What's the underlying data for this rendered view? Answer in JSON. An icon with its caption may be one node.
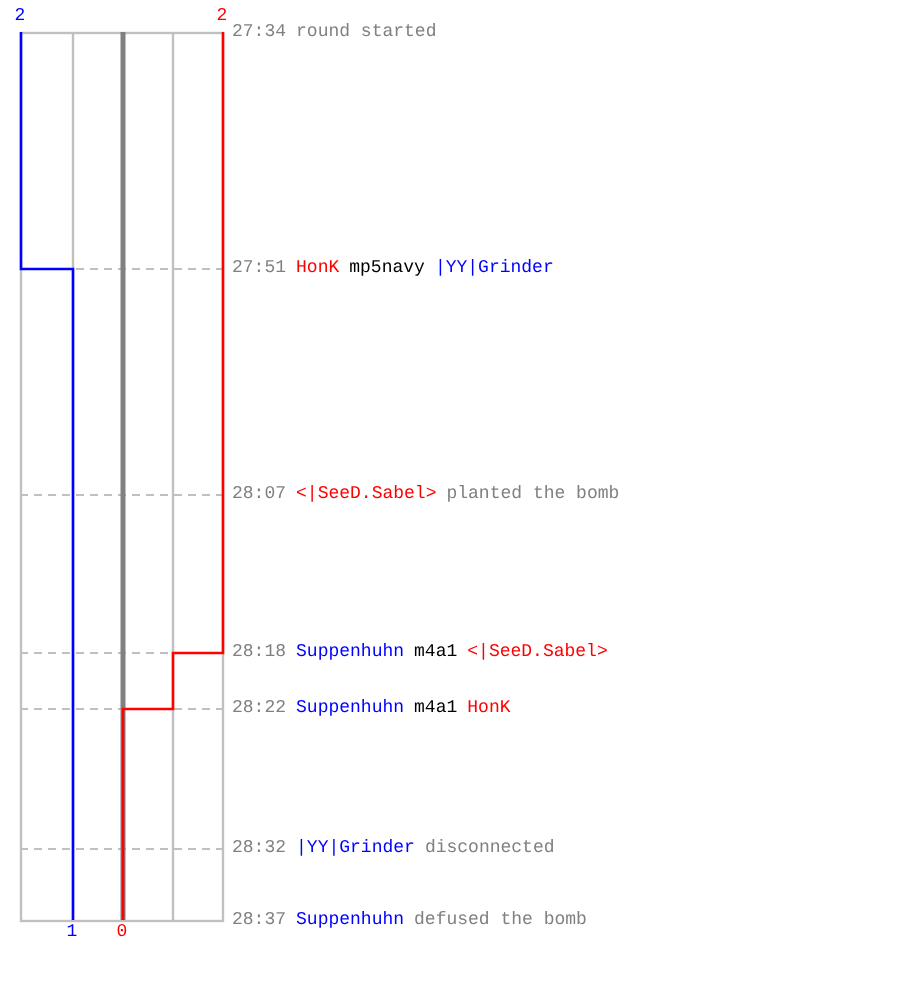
{
  "diagram": {
    "labels": [
      "2",
      "2",
      "27:34",
      "round started",
      "27:51",
      "HonK",
      "mp5navy",
      "|YY|Grinder",
      "28:07",
      "<|SeeD.Sabel>",
      "planted the bomb",
      "28:18",
      "Suppenhuhn",
      "m4a1",
      "<|SeeD.Sabel>",
      "28:22",
      "Suppenhuhn",
      "m4a1",
      "HonK",
      "28:32",
      "|YY|Grinder",
      "disconnected",
      "28:37",
      "Suppenhuhn",
      "defused the bomb",
      "1",
      "0"
    ]
  }
}
